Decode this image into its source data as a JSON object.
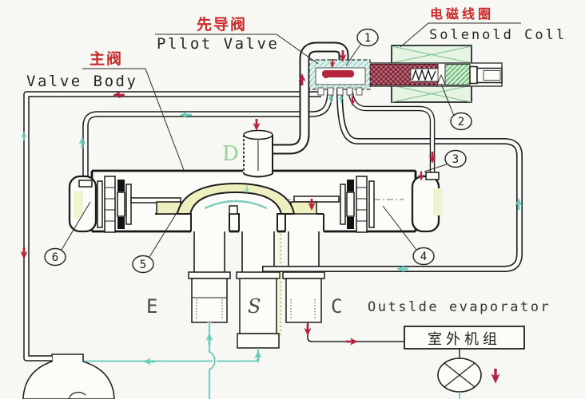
{
  "diagram": {
    "labels": {
      "valve_body_zh": "主阀",
      "valve_body_en": "Valve Body",
      "pilot_valve_zh": "先导阀",
      "pilot_valve_en": "Pllot Valve",
      "solenoid_zh": "电磁线圈",
      "solenoid_en": "Solenold Coll",
      "outside_evaporator": "Outslde evaporator",
      "outdoor_unit": "室外机组"
    },
    "ports": {
      "d": "D",
      "e": "E",
      "s": "S",
      "c": "C"
    },
    "callouts": [
      "1",
      "2",
      "3",
      "4",
      "5",
      "6"
    ],
    "colors": {
      "label_red": "#cc2a2a",
      "flow_red": "#b5243c",
      "flow_teal": "#5fc9b6",
      "port_d_green": "#9ccf9c"
    }
  }
}
